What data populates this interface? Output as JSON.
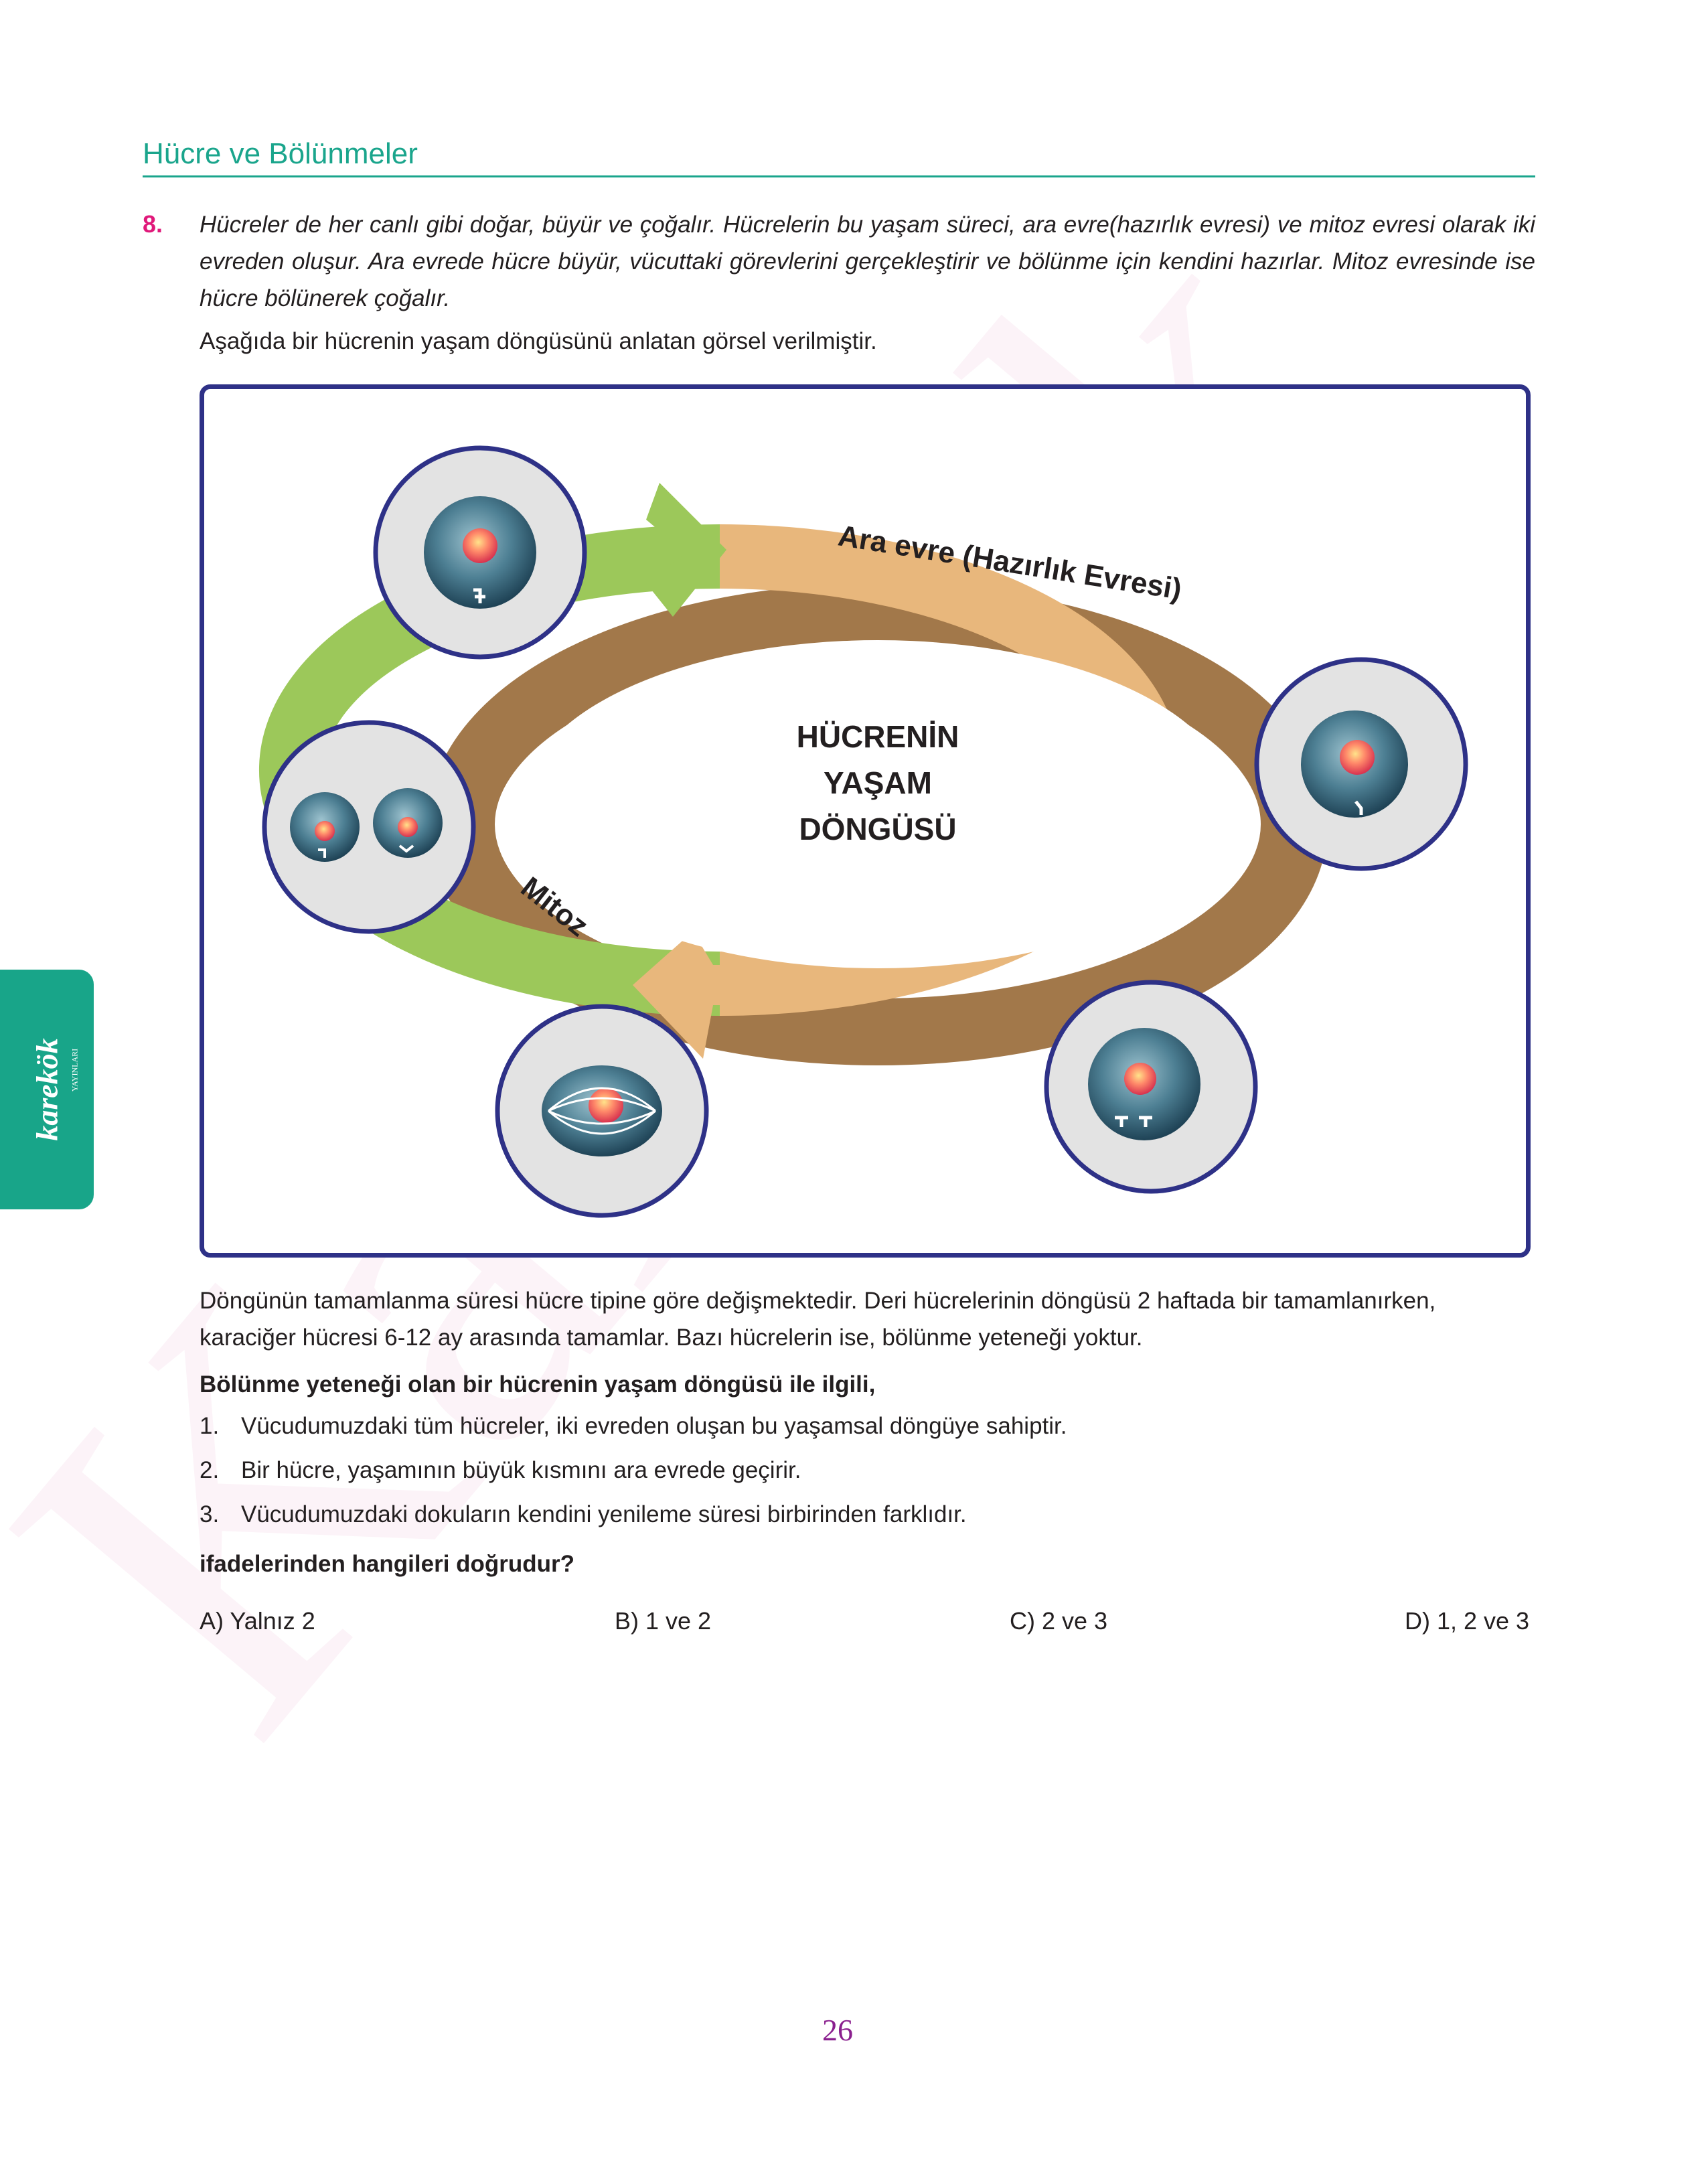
{
  "header": {
    "section_title": "Hücre ve Bölünmeler"
  },
  "question": {
    "number": "8.",
    "intro_italic": "Hücreler de her canlı gibi doğar, büyür ve çoğalır. Hücrelerin bu yaşam süreci, ara evre(hazırlık evresi) ve mitoz evresi olarak iki evreden oluşur. Ara evrede hücre büyür, vücuttaki görevlerini gerçekleştirir ve bölünme için kendini hazırlar. Mitoz evresinde ise hücre bölünerek çoğalır.",
    "figure_intro": "Aşağıda bir hücrenin yaşam döngüsünü anlatan görsel verilmiştir.",
    "figure": {
      "center_line1": "HÜCRENİN",
      "center_line2": "YAŞAM",
      "center_line3": "DÖNGÜSÜ",
      "arc_label_orange": "Ara evre (Hazırlık Evresi)",
      "arc_label_green": "Mitoz",
      "colors": {
        "orange": "#e8b77c",
        "green": "#9cc85a",
        "circle_border": "#2e3187",
        "frame": "#2e3187"
      }
    },
    "paragraph": "Döngünün tamamlanma süresi hücre tipine göre değişmektedir. Deri hücrelerinin döngüsü 2 haftada bir tamamlanırken, karaciğer hücresi 6-12 ay arasında tamamlar. Bazı hücrelerin ise, bölünme yeteneği yoktur.",
    "stem": "Bölünme yeteneği olan bir hücrenin yaşam döngüsü ile ilgili,",
    "statements": [
      {
        "n": "1.",
        "text": "Vücudumuzdaki tüm hücreler, iki evreden oluşan bu yaşamsal döngüye sahiptir."
      },
      {
        "n": "2.",
        "text": "Bir hücre, yaşamının büyük kısmını ara evrede geçirir."
      },
      {
        "n": "3.",
        "text": "Vücudumuzdaki dokuların kendini yenileme süresi birbirinden farklıdır."
      }
    ],
    "question_text": "ifadelerinden hangileri doğrudur?",
    "options": [
      "A) Yalnız 2",
      "B) 1 ve 2",
      "C) 2 ve 3",
      "D) 1, 2 ve 3"
    ]
  },
  "side_tab": {
    "brand": "karekök",
    "sub": "YAYINLARI"
  },
  "watermark": "Karekök",
  "page_number": "26"
}
